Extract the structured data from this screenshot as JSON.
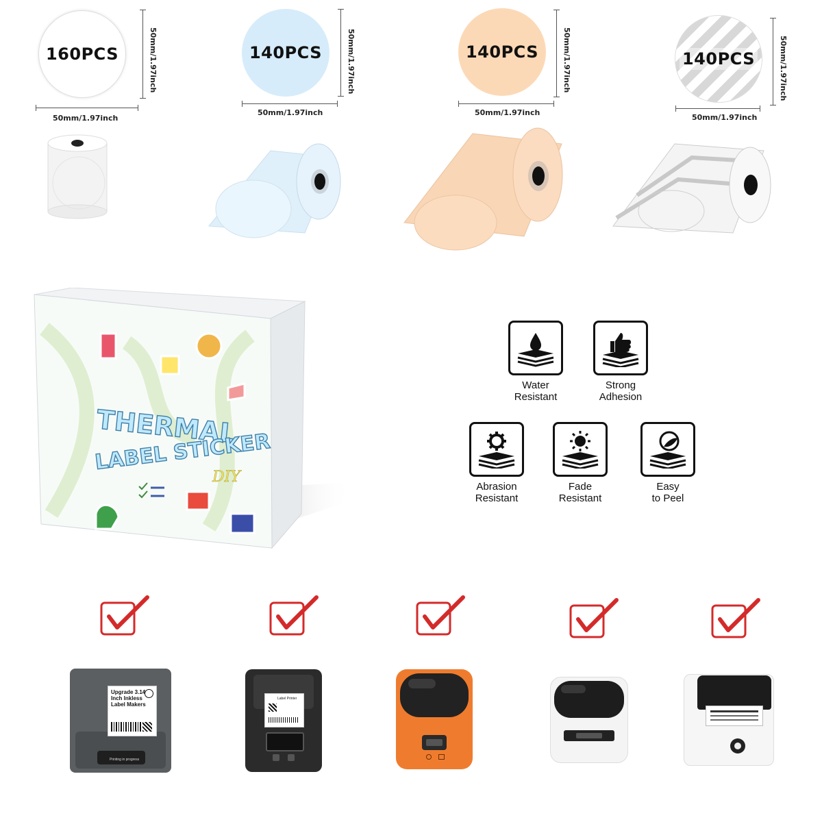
{
  "labels": [
    {
      "count": "160PCS",
      "width": "50mm/1.97inch",
      "height": "50mm/1.97inch",
      "color": "#ffffff"
    },
    {
      "count": "140PCS",
      "width": "50mm/1.97inch",
      "height": "50mm/1.97inch",
      "color": "#d6ecfa"
    },
    {
      "count": "140PCS",
      "width": "50mm/1.97inch",
      "height": "50mm/1.97inch",
      "color": "#fcd9b6"
    },
    {
      "count": "140PCS",
      "width": "50mm/1.97inch",
      "height": "50mm/1.97inch",
      "color": "transparent-striped"
    }
  ],
  "box": {
    "line1": "THERMAL",
    "line2": "LABEL STICKER",
    "line3": "DIY"
  },
  "features": [
    {
      "line1": "Water",
      "line2": "Resistant",
      "icon": "water-drop-icon"
    },
    {
      "line1": "Strong",
      "line2": "Adhesion",
      "icon": "thumbs-up-icon"
    },
    {
      "line1": "Abrasion",
      "line2": "Resistant",
      "icon": "gear-icon"
    },
    {
      "line1": "Fade",
      "line2": "Resistant",
      "icon": "sun-icon"
    },
    {
      "line1": "Easy",
      "line2": "to Peel",
      "icon": "peel-icon"
    }
  ],
  "printers": [
    {
      "label_text": "Upgrade 3.14 Inch Inkless Label Makers",
      "status": "Printing in progress",
      "color": "#5b5f61"
    },
    {
      "label_text": "Label Printer",
      "color": "#2b2b2b"
    },
    {
      "color": "#ef7c2e"
    },
    {
      "color": "#f4f4f4"
    },
    {
      "color": "#1c1c1c"
    }
  ],
  "check_color": "#d42a2a"
}
